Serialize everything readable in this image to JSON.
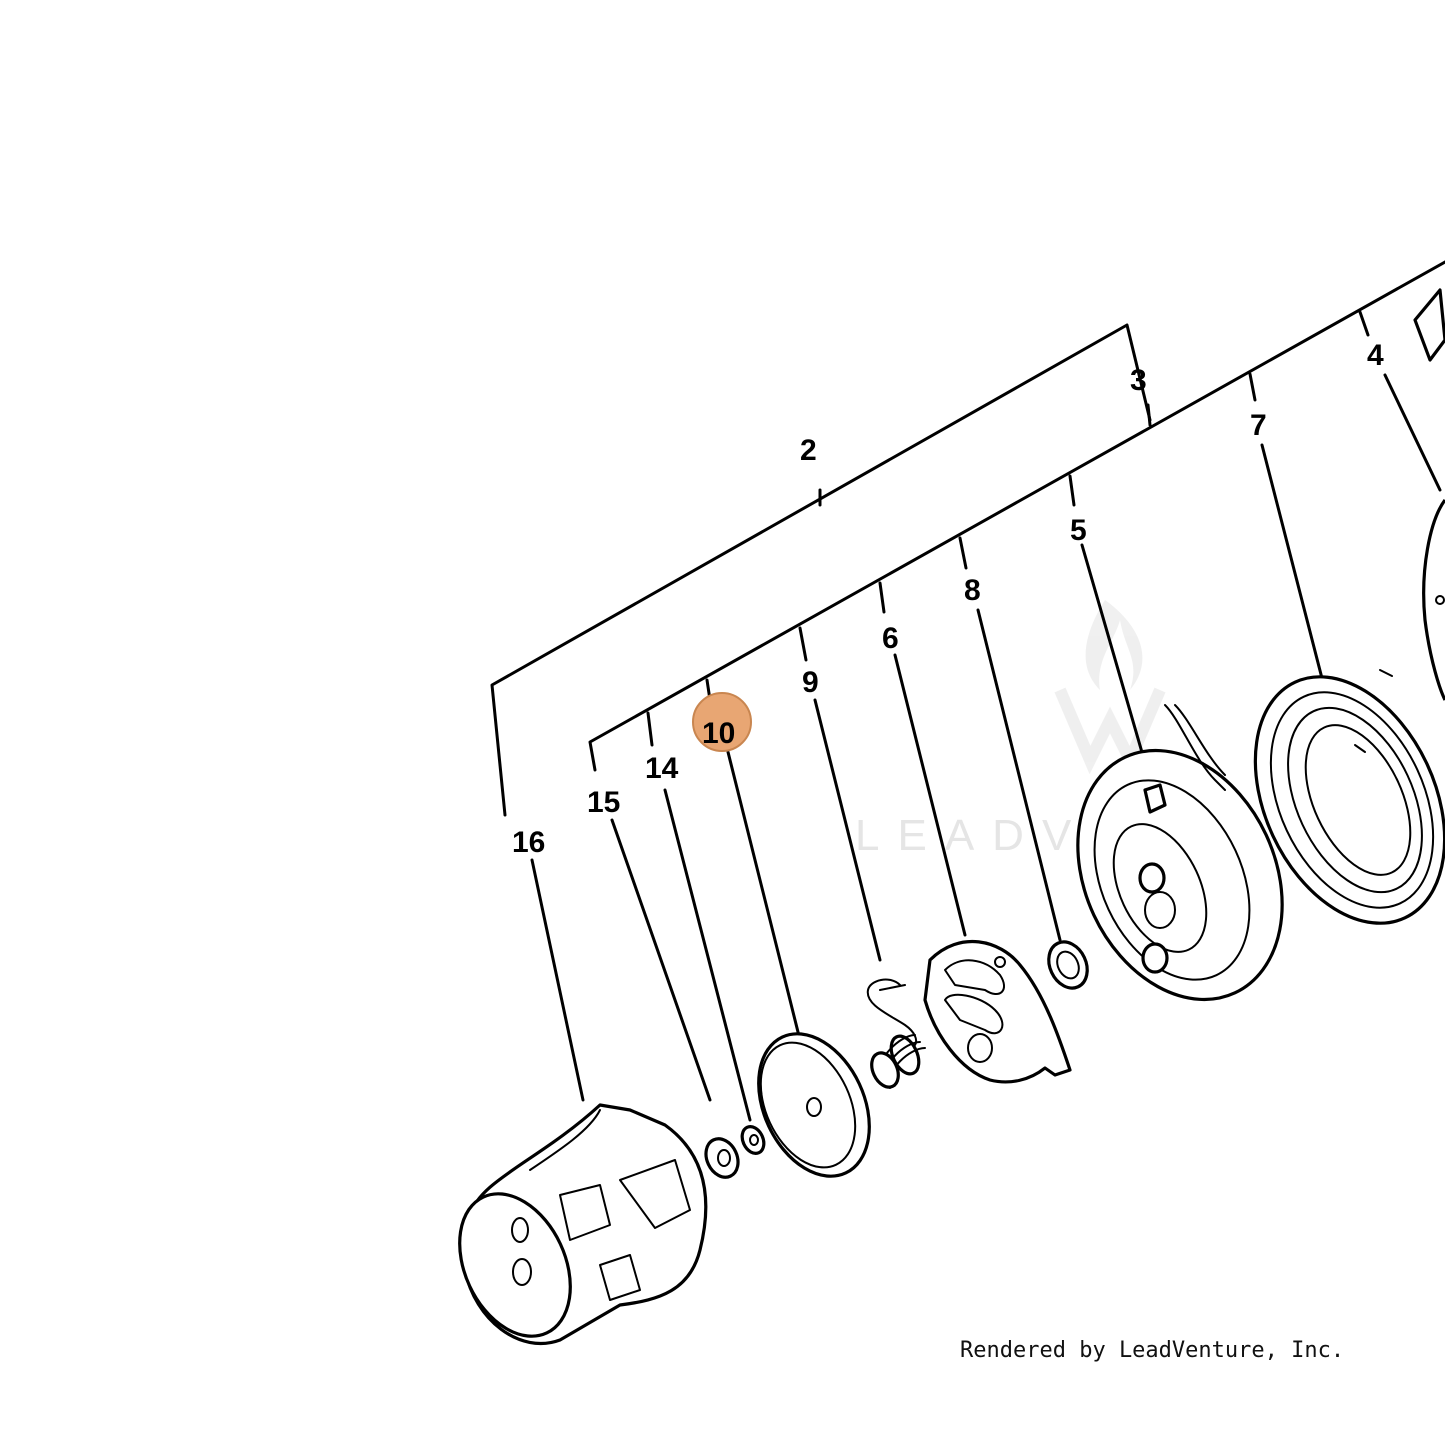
{
  "labels": {
    "p2": "2",
    "p3": "3",
    "p4": "4",
    "p5": "5",
    "p6": "6",
    "p7": "7",
    "p8": "8",
    "p9": "9",
    "p10": "10",
    "p14": "14",
    "p15": "15",
    "p16": "16"
  },
  "highlight": {
    "part": "10",
    "color": "#e8a673"
  },
  "watermark": "LEADVENTURE",
  "footer": "Rendered by LeadVenture, Inc."
}
